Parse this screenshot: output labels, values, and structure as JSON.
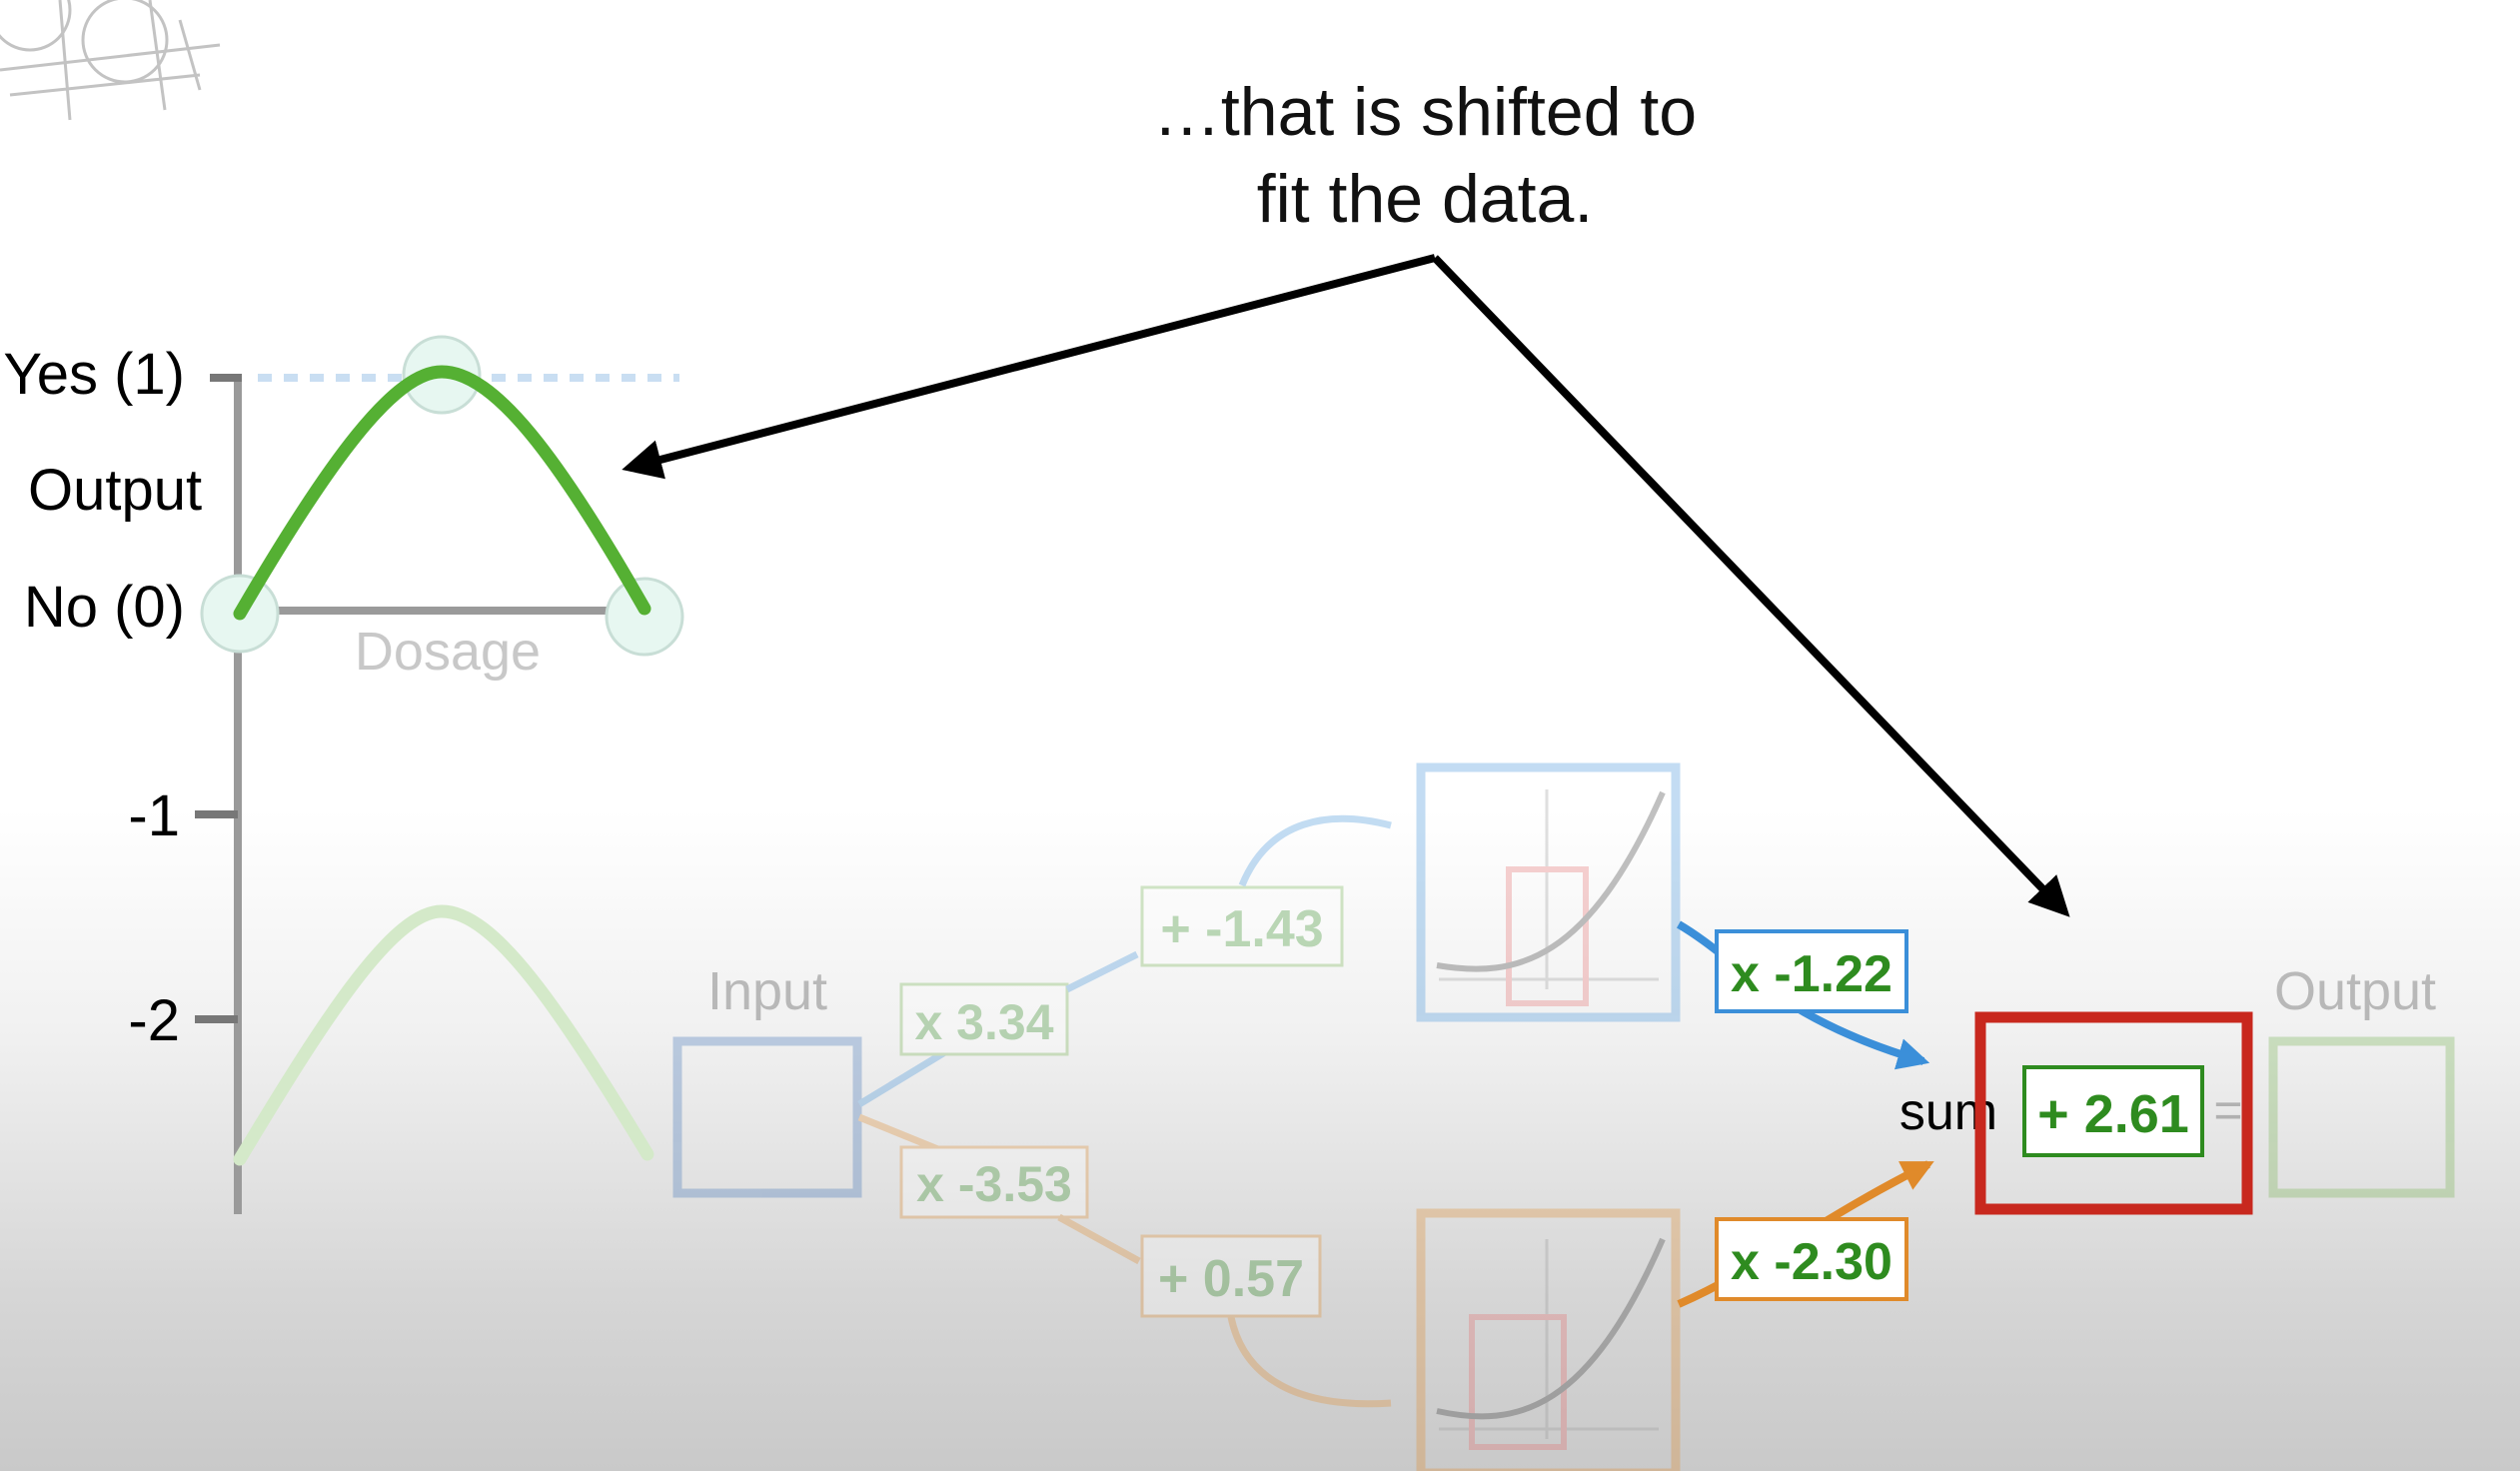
{
  "caption": {
    "line1": "…that is shifted to",
    "line2": "fit the data."
  },
  "top_graph": {
    "y_top_label": "Yes (1)",
    "y_axis_label": "Output",
    "y_bottom_label": "No (0)",
    "x_axis_label": "Dosage",
    "curve_color": "#55b033"
  },
  "y_axis_ticks": [
    "-1",
    "-2"
  ],
  "network": {
    "input_label": "Input",
    "output_label": "Output",
    "weight_top_in": "x 3.34",
    "weight_bottom_in": "x -3.53",
    "bias_top": "+ -1.43",
    "bias_bottom": "+ 0.57",
    "weight_top_out": "x -1.22",
    "weight_bottom_out": "x -2.30",
    "sum_label": "sum",
    "final_bias": "+ 2.61",
    "equals": "=",
    "colors": {
      "top_path": "#3b8fd9",
      "bottom_path": "#e08a2a",
      "highlight_box": "#c8281e",
      "value_text": "#2e8b1f"
    }
  }
}
